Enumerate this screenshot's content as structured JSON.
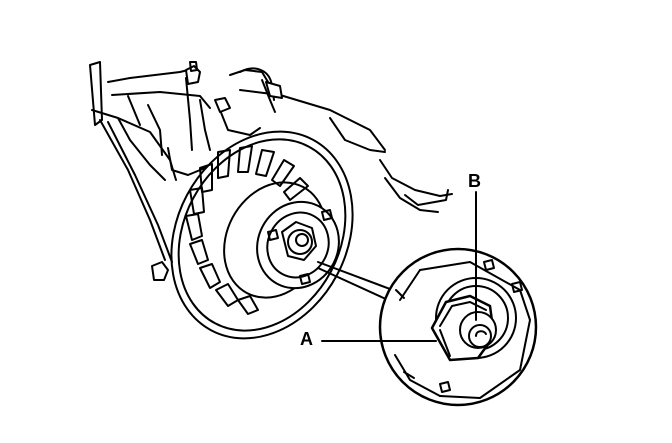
{
  "callouts": {
    "a": "A",
    "b": "B"
  },
  "colors": {
    "ink": "#000000",
    "paper": "#ffffff",
    "shade": "#d9d9d9"
  },
  "icons": [
    "wheel-hub-assembly-illustration",
    "hub-nut-detail-illustration"
  ]
}
